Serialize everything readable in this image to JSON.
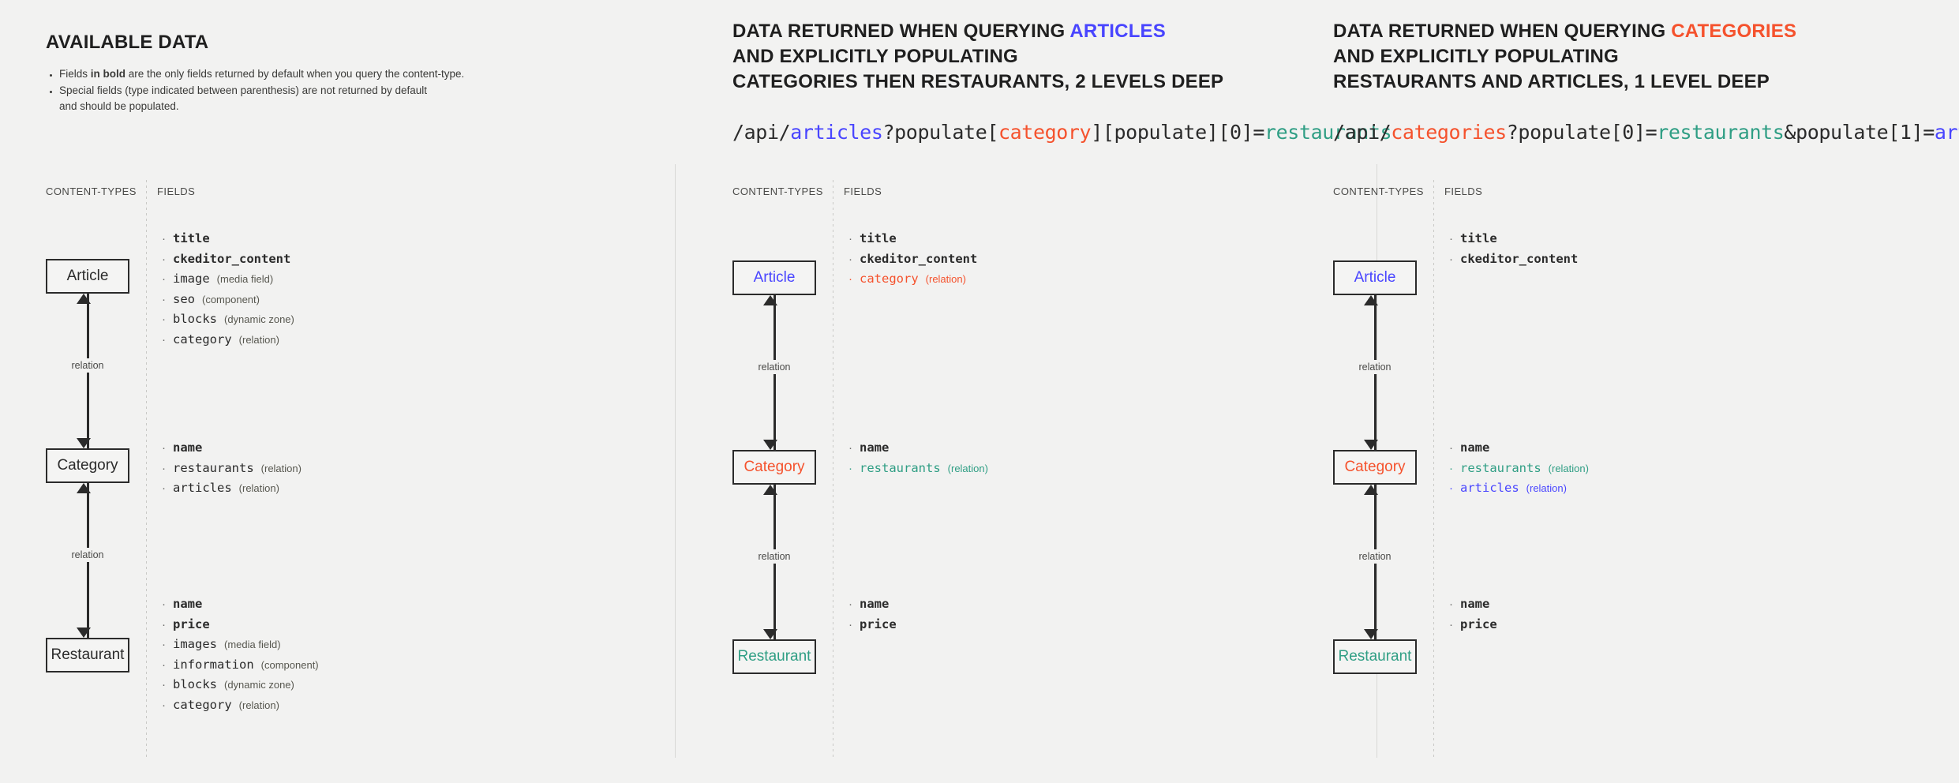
{
  "colors": {
    "background": "#f2f2f1",
    "text": "#262626",
    "blue": "#4945ff",
    "red": "#f5522d",
    "green": "#2f9e84",
    "box_border": "#2b2b2b"
  },
  "column_headers": {
    "content_types": "CONTENT-TYPES",
    "fields": "FIELDS"
  },
  "relation_label": "relation",
  "panels": [
    {
      "title_plain": "AVAILABLE DATA",
      "title_lines": [],
      "notes": [
        "Fields in bold are the only fields returned by default when you query the content-type.",
        "Special fields (type indicated between parenthesis) are not returned by default and should be populated."
      ],
      "note_bold_fragment": "in bold",
      "api": null,
      "entities": [
        {
          "name": "Article",
          "color": "default"
        },
        {
          "name": "Category",
          "color": "default"
        },
        {
          "name": "Restaurant",
          "color": "default"
        }
      ],
      "field_groups": [
        [
          {
            "name": "title",
            "type": "",
            "bold": true,
            "color": "default"
          },
          {
            "name": "ckeditor_content",
            "type": "",
            "bold": true,
            "color": "default"
          },
          {
            "name": "image",
            "type": "(media field)",
            "bold": false,
            "color": "default"
          },
          {
            "name": "seo",
            "type": "(component)",
            "bold": false,
            "color": "default"
          },
          {
            "name": "blocks",
            "type": "(dynamic zone)",
            "bold": false,
            "color": "default"
          },
          {
            "name": "category",
            "type": "(relation)",
            "bold": false,
            "color": "default"
          }
        ],
        [
          {
            "name": "name",
            "type": "",
            "bold": true,
            "color": "default"
          },
          {
            "name": "restaurants",
            "type": "(relation)",
            "bold": false,
            "color": "default"
          },
          {
            "name": "articles",
            "type": "(relation)",
            "bold": false,
            "color": "default"
          }
        ],
        [
          {
            "name": "name",
            "type": "",
            "bold": true,
            "color": "default"
          },
          {
            "name": "price",
            "type": "",
            "bold": true,
            "color": "default"
          },
          {
            "name": "images",
            "type": "(media field)",
            "bold": false,
            "color": "default"
          },
          {
            "name": "information",
            "type": "(component)",
            "bold": false,
            "color": "default"
          },
          {
            "name": "blocks",
            "type": "(dynamic zone)",
            "bold": false,
            "color": "default"
          },
          {
            "name": "category",
            "type": "(relation)",
            "bold": false,
            "color": "default"
          }
        ]
      ]
    },
    {
      "title_plain": "",
      "title_lines": [
        {
          "text": "DATA RETURNED WHEN QUERYING ",
          "highlight": "ARTICLES",
          "highlight_color": "blue"
        },
        {
          "text": "AND EXPLICITLY POPULATING",
          "highlight": "",
          "highlight_color": ""
        },
        {
          "text": "CATEGORIES THEN RESTAURANTS, 2 LEVELS DEEP",
          "highlight": "",
          "highlight_color": ""
        }
      ],
      "notes": [],
      "api": {
        "parts": [
          {
            "t": "/api/",
            "c": "default"
          },
          {
            "t": "articles",
            "c": "blue"
          },
          {
            "t": "?populate[",
            "c": "default"
          },
          {
            "t": "category",
            "c": "red"
          },
          {
            "t": "][populate][0]=",
            "c": "default"
          },
          {
            "t": "restaurants",
            "c": "green"
          }
        ]
      },
      "entities": [
        {
          "name": "Article",
          "color": "blue"
        },
        {
          "name": "Category",
          "color": "red"
        },
        {
          "name": "Restaurant",
          "color": "green"
        }
      ],
      "field_groups": [
        [
          {
            "name": "title",
            "type": "",
            "bold": true,
            "color": "default"
          },
          {
            "name": "ckeditor_content",
            "type": "",
            "bold": true,
            "color": "default"
          },
          {
            "name": "category",
            "type": "(relation)",
            "bold": false,
            "color": "red"
          }
        ],
        [
          {
            "name": "name",
            "type": "",
            "bold": true,
            "color": "default"
          },
          {
            "name": "restaurants",
            "type": "(relation)",
            "bold": false,
            "color": "green"
          }
        ],
        [
          {
            "name": "name",
            "type": "",
            "bold": true,
            "color": "default"
          },
          {
            "name": "price",
            "type": "",
            "bold": true,
            "color": "default"
          }
        ]
      ]
    },
    {
      "title_plain": "",
      "title_lines": [
        {
          "text": "DATA RETURNED WHEN QUERYING ",
          "highlight": "CATEGORIES",
          "highlight_color": "red"
        },
        {
          "text": "AND EXPLICITLY POPULATING",
          "highlight": "",
          "highlight_color": ""
        },
        {
          "text": "RESTAURANTS AND ARTICLES, 1 LEVEL DEEP",
          "highlight": "",
          "highlight_color": ""
        }
      ],
      "notes": [],
      "api": {
        "parts": [
          {
            "t": "/api/",
            "c": "default"
          },
          {
            "t": "categories",
            "c": "red"
          },
          {
            "t": "?populate[0]=",
            "c": "default"
          },
          {
            "t": "restaurants",
            "c": "green"
          },
          {
            "t": "&populate[1]=",
            "c": "default"
          },
          {
            "t": "articles",
            "c": "blue"
          }
        ]
      },
      "entities": [
        {
          "name": "Article",
          "color": "blue"
        },
        {
          "name": "Category",
          "color": "red"
        },
        {
          "name": "Restaurant",
          "color": "green"
        }
      ],
      "field_groups": [
        [
          {
            "name": "title",
            "type": "",
            "bold": true,
            "color": "default"
          },
          {
            "name": "ckeditor_content",
            "type": "",
            "bold": true,
            "color": "default"
          }
        ],
        [
          {
            "name": "name",
            "type": "",
            "bold": true,
            "color": "default"
          },
          {
            "name": "restaurants",
            "type": "(relation)",
            "bold": false,
            "color": "green"
          },
          {
            "name": "articles",
            "type": "(relation)",
            "bold": false,
            "color": "blue"
          }
        ],
        [
          {
            "name": "name",
            "type": "",
            "bold": true,
            "color": "default"
          },
          {
            "name": "price",
            "type": "",
            "bold": true,
            "color": "default"
          }
        ]
      ]
    }
  ]
}
